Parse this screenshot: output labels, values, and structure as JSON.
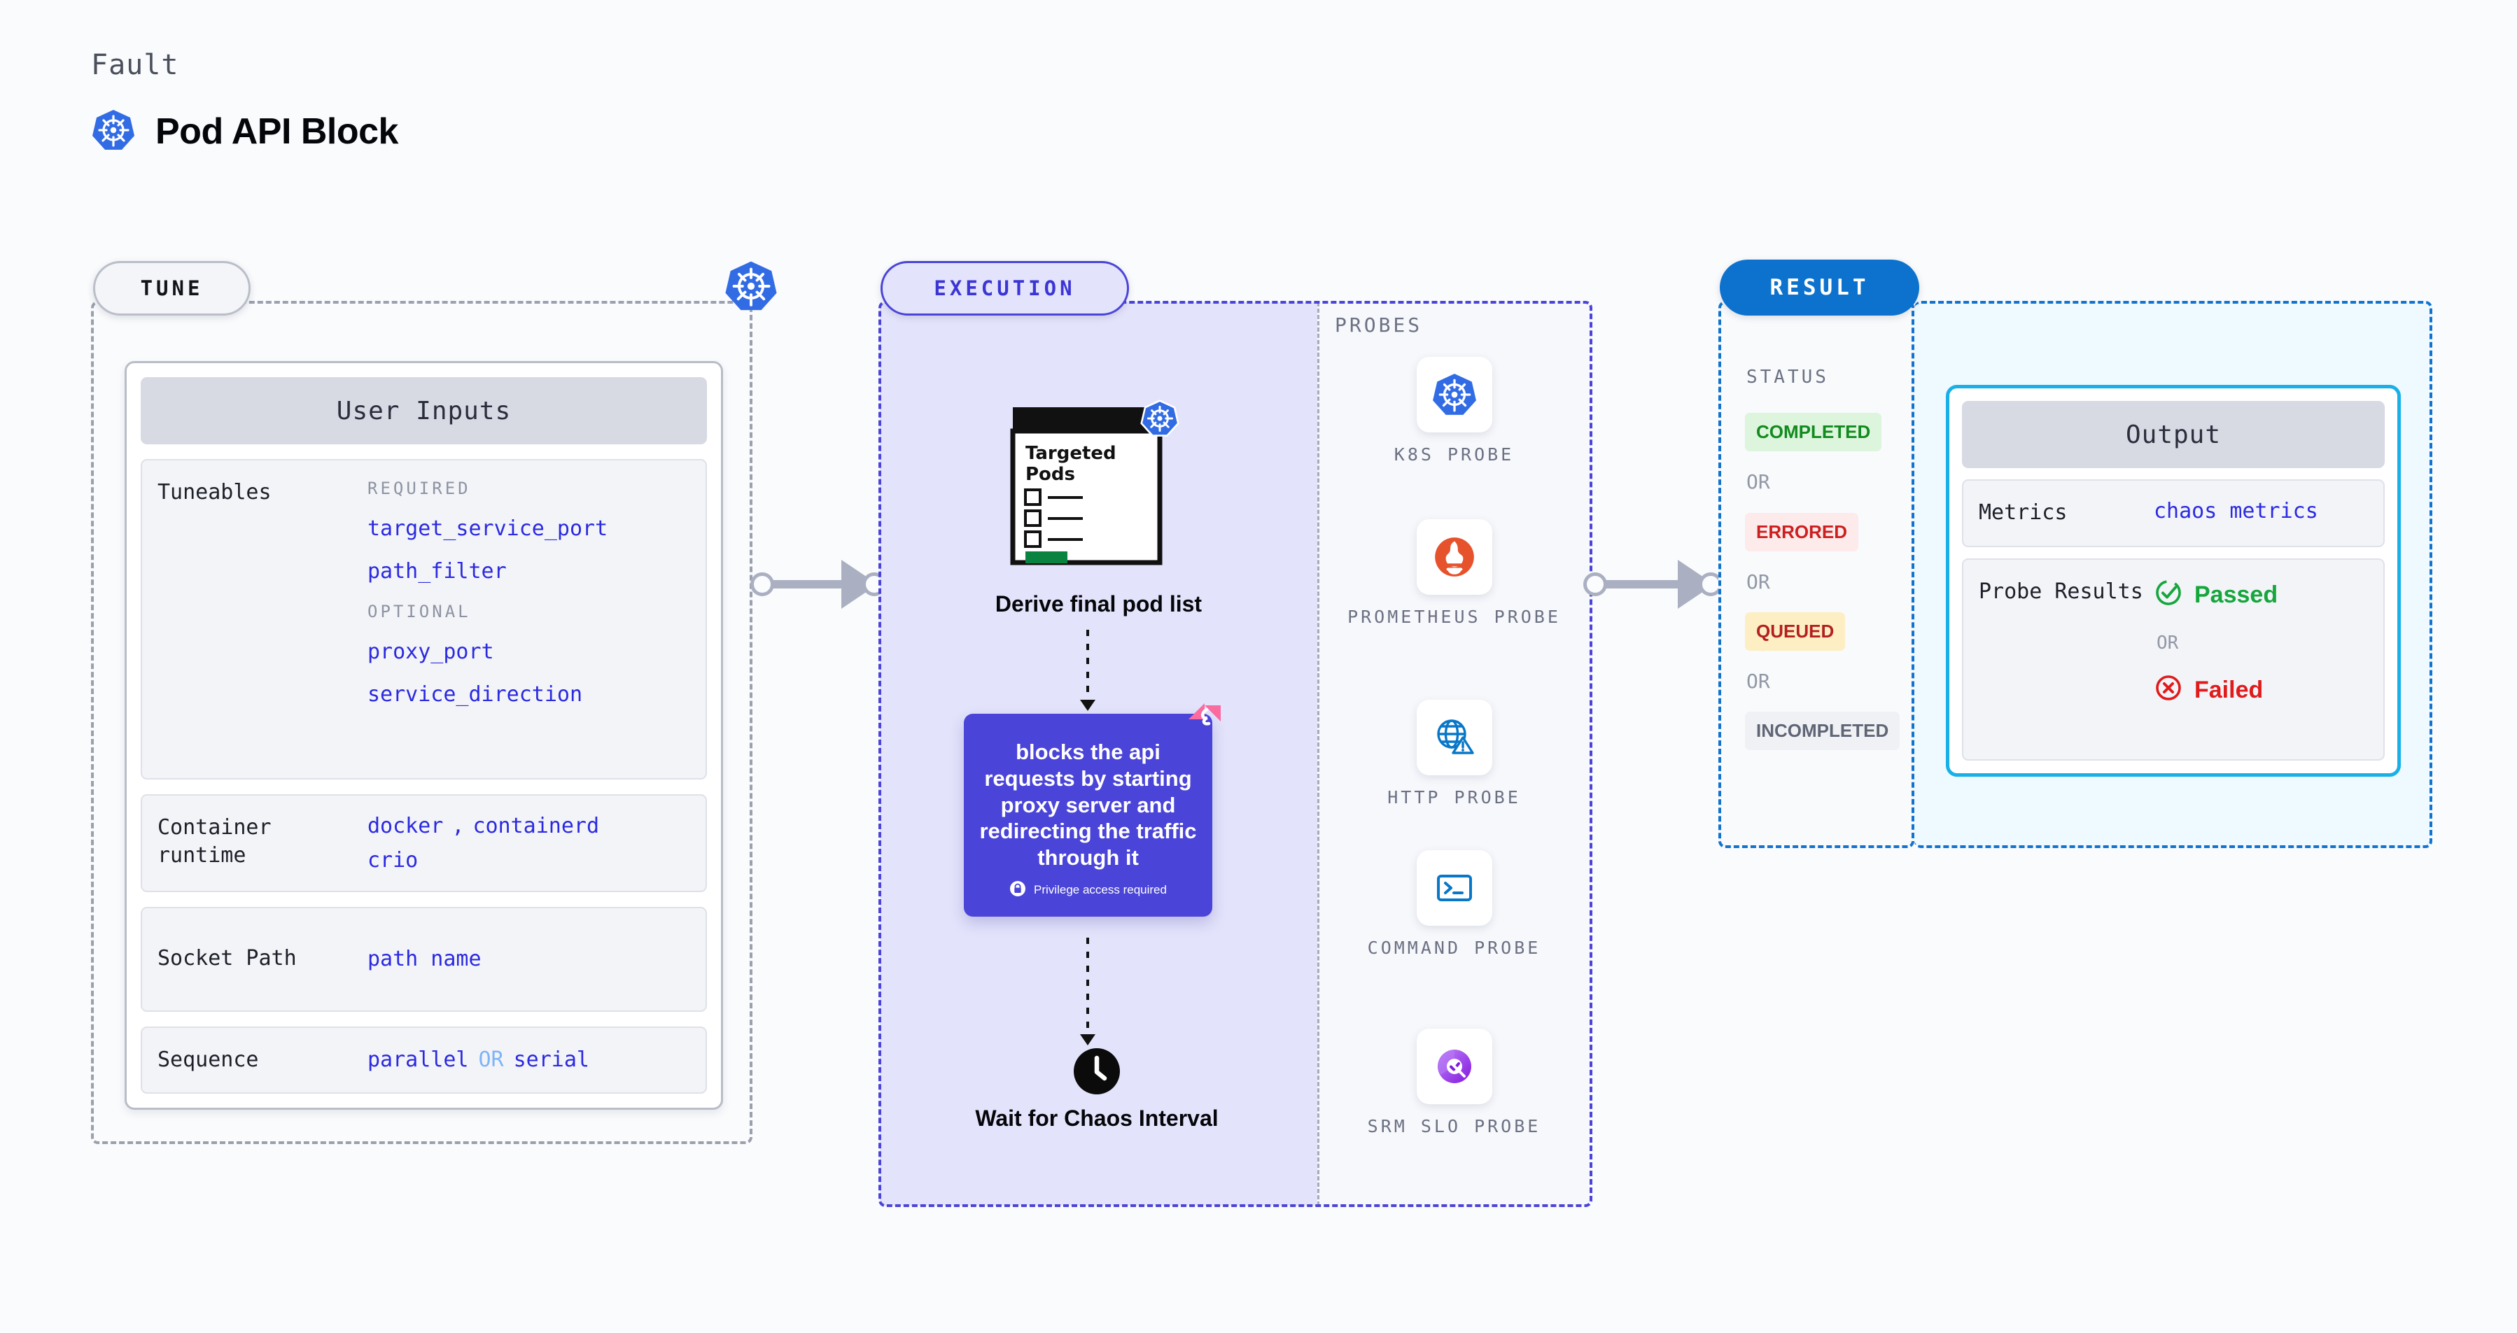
{
  "header": {
    "kicker": "Fault",
    "title": "Pod API Block",
    "icon": "kubernetes-icon"
  },
  "tune": {
    "tag": "TUNE",
    "badge_icon": "kubernetes-icon",
    "card_title": "User Inputs",
    "rows": [
      {
        "label": "Tuneables",
        "groups": [
          {
            "tag": "REQUIRED",
            "values": [
              "target_service_port",
              "path_filter"
            ]
          },
          {
            "tag": "OPTIONAL",
            "values": [
              "proxy_port",
              "service_direction"
            ]
          }
        ]
      },
      {
        "label": "Container runtime",
        "values": [
          "docker",
          ",",
          "containerd",
          "crio"
        ]
      },
      {
        "label": "Socket Path",
        "values": [
          "path name"
        ]
      },
      {
        "label": "Sequence",
        "values": [
          "parallel",
          "OR",
          "serial"
        ]
      }
    ]
  },
  "execution": {
    "tag": "EXECUTION",
    "pod_card": {
      "title_line1": "Targeted",
      "title_line2": "Pods",
      "badge_icon": "kubernetes-icon"
    },
    "pod_caption": "Derive final pod list",
    "action": {
      "text": "blocks the api requests by starting proxy server and redirecting the traffic through it",
      "privilege_note": "Privilege access required",
      "privilege_icon": "lock-icon",
      "corner_icon": "litmuschaos-icon"
    },
    "wait": {
      "icon": "clock-icon",
      "caption": "Wait for Chaos Interval"
    },
    "probes_title": "PROBES",
    "probes": [
      {
        "name": "K8S PROBE",
        "icon": "kubernetes-icon"
      },
      {
        "name": "PROMETHEUS PROBE",
        "icon": "prometheus-icon"
      },
      {
        "name": "HTTP PROBE",
        "icon": "globe-warning-icon"
      },
      {
        "name": "COMMAND PROBE",
        "icon": "terminal-icon"
      },
      {
        "name": "SRM SLO PROBE",
        "icon": "srm-slo-icon"
      }
    ]
  },
  "result": {
    "tag": "RESULT",
    "status_title": "STATUS",
    "or_label": "OR",
    "statuses": [
      {
        "label": "COMPLETED",
        "bg": "#dcf5dc",
        "fg": "#128a1e"
      },
      {
        "label": "ERRORED",
        "bg": "#fdeaea",
        "fg": "#cc1f1f"
      },
      {
        "label": "QUEUED",
        "bg": "#fdeec3",
        "fg": "#b32020"
      },
      {
        "label": "INCOMPLETED",
        "bg": "#f0f1f5",
        "fg": "#5f6575"
      }
    ],
    "output": {
      "title": "Output",
      "metrics_label": "Metrics",
      "metrics_value": "chaos metrics",
      "probe_results_label": "Probe Results",
      "passed_label": "Passed",
      "failed_label": "Failed",
      "or_label": "OR",
      "passed_icon": "check-circle-icon",
      "failed_icon": "x-circle-icon"
    }
  },
  "colors": {
    "accent_purple": "#4a44d8",
    "accent_blue": "#1273cf",
    "value_blue": "#2b2ae0",
    "k8s_blue": "#326ce5",
    "litmus_pink": "#fa6ba0",
    "pass_green": "#15a63c",
    "fail_red": "#e01b1b"
  }
}
